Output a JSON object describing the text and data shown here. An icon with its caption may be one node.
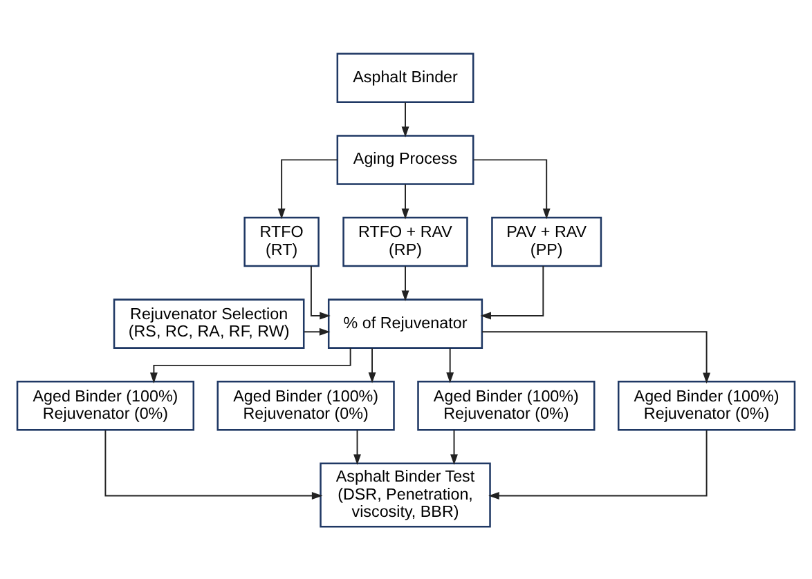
{
  "diagram": {
    "nodes": [
      {
        "text": [
          "Asphalt Binder"
        ]
      },
      {
        "text": [
          "Aging Process"
        ]
      },
      {
        "text": [
          "RTFO (RT)"
        ]
      },
      {
        "text": [
          "RTFO + RAV (RP)"
        ]
      },
      {
        "text": [
          "PAV + RAV (PP)"
        ]
      },
      {
        "text": [
          "Rejuvenator Selection (RS, RC, RA, RF, RW)"
        ]
      },
      {
        "text": [
          "% of Rejuvenator"
        ]
      },
      {
        "text": [
          "Aged Binder (100%) Rejuvenator (0%)"
        ]
      },
      {
        "text": [
          "Aged Binder (100%) Rejuvenator (0%)"
        ]
      },
      {
        "text": [
          "Aged Binder (100%) Rejuvenator (0%)"
        ]
      },
      {
        "text": [
          "Aged Binder (100%) Rejuvenator (0%)"
        ]
      },
      {
        "text": [
          "Asphalt Binder Test (DSR, Penetration, viscosity, BBR)"
        ]
      }
    ],
    "edges": [
      {
        "from": 0,
        "to": 1,
        "arrow": "to"
      },
      {
        "from": 1,
        "to": 2,
        "arrow": "to"
      },
      {
        "from": 1,
        "to": 3,
        "arrow": "to"
      },
      {
        "from": 1,
        "to": 4,
        "arrow": "to"
      },
      {
        "from": 2,
        "to": 6,
        "arrow": "to"
      },
      {
        "from": 3,
        "to": 6,
        "arrow": "to"
      },
      {
        "from": 4,
        "to": 6,
        "arrow": "to"
      },
      {
        "from": 5,
        "to": 6,
        "arrow": "to"
      },
      {
        "from": 6,
        "to": 7,
        "arrow": "to"
      },
      {
        "from": 6,
        "to": 8,
        "arrow": "to"
      },
      {
        "from": 6,
        "to": 9,
        "arrow": "to"
      },
      {
        "from": 6,
        "to": 10,
        "arrow": "to"
      },
      {
        "from": 7,
        "to": 11,
        "arrow": "to"
      },
      {
        "from": 8,
        "to": 11,
        "arrow": "to"
      },
      {
        "from": 9,
        "to": 11,
        "arrow": "to"
      },
      {
        "from": 10,
        "to": 11,
        "arrow": "to"
      }
    ]
  }
}
